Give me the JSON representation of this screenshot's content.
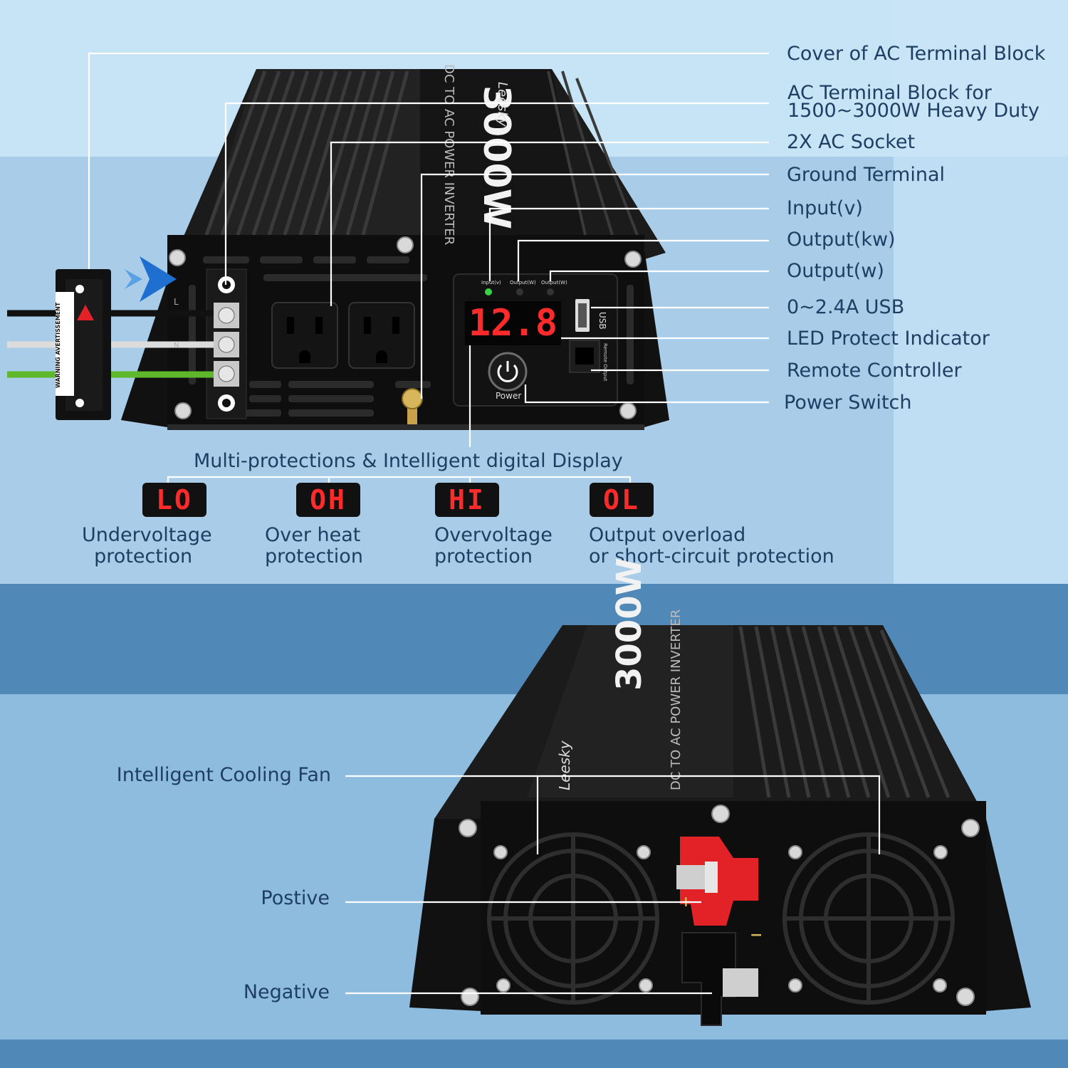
{
  "callouts_top": {
    "cover_ac_terminal": "Cover of AC Terminal Block",
    "ac_terminal_block_line1": "AC Terminal Block for",
    "ac_terminal_block_line2": "1500~3000W Heavy Duty",
    "ac_socket": "2X AC Socket",
    "ground_terminal": "Ground Terminal",
    "input_v": "Input(v)",
    "output_kw": "Output(kw)",
    "output_w": "Output(w)",
    "usb": "0~2.4A USB",
    "led_indicator": "LED Protect Indicator",
    "remote_controller": "Remote Controller",
    "power_switch": "Power Switch"
  },
  "device_top": {
    "display_value": "12.8",
    "power_label": "Power",
    "usb_label": "USB",
    "remote_label": "Remote Output",
    "indicator_input": "Input(v)",
    "indicator_output_w1": "Output(W)",
    "indicator_output_w2": "Output(W)",
    "brand": "Leesky",
    "wattage": "3000W",
    "product_name": "DC TO AC POWER INVERTER",
    "terminal_l": "L",
    "terminal_n": "N",
    "warning_title": "WARNING  AVERTISSEMENT"
  },
  "protections": {
    "heading": "Multi-protections & Intelligent digital Display",
    "items": [
      {
        "code": "LO",
        "label": "Undervoltage\n  protection"
      },
      {
        "code": "OH",
        "label": "Over heat\nprotection"
      },
      {
        "code": "HI",
        "label": "Overvoltage\nprotection"
      },
      {
        "code": "OL",
        "label": "Output overload\nor short-circuit protection"
      }
    ]
  },
  "callouts_bottom": {
    "cooling_fan": "Intelligent  Cooling Fan",
    "positive": "Postive",
    "negative": "Negative"
  },
  "device_bottom": {
    "brand": "Leesky",
    "wattage": "3000W",
    "product_name": "DC TO AC POWER INVERTER",
    "plus": "+",
    "minus": "−"
  },
  "colors": {
    "background_light": "#bcdcf2",
    "band_dark": "#5089b8",
    "text": "#1f3e63",
    "led_red": "#ff2a2a",
    "terminal_red": "#e32228"
  }
}
